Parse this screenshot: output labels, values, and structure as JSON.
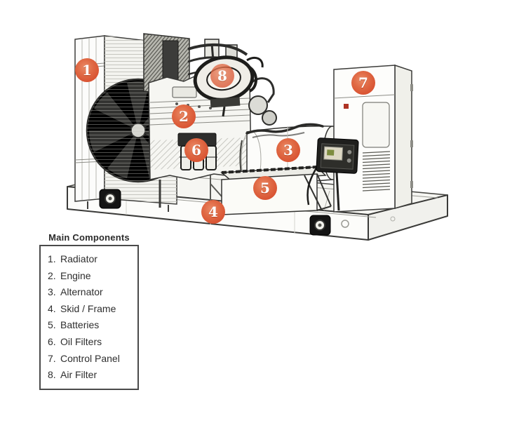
{
  "diagram": {
    "badge_color": "#d95433",
    "badges": [
      {
        "number": "1"
      },
      {
        "number": "2"
      },
      {
        "number": "3"
      },
      {
        "number": "4"
      },
      {
        "number": "5"
      },
      {
        "number": "6"
      },
      {
        "number": "7"
      },
      {
        "number": "8"
      }
    ]
  },
  "legend": {
    "title": "Main Components",
    "items": [
      {
        "number": "1.",
        "label": "Radiator"
      },
      {
        "number": "2.",
        "label": "Engine"
      },
      {
        "number": "3.",
        "label": "Alternator"
      },
      {
        "number": "4.",
        "label": "Skid / Frame"
      },
      {
        "number": "5.",
        "label": "Batteries"
      },
      {
        "number": "6.",
        "label": "Oil Filters"
      },
      {
        "number": "7.",
        "label": "Control Panel"
      },
      {
        "number": "8.",
        "label": "Air Filter"
      }
    ]
  }
}
